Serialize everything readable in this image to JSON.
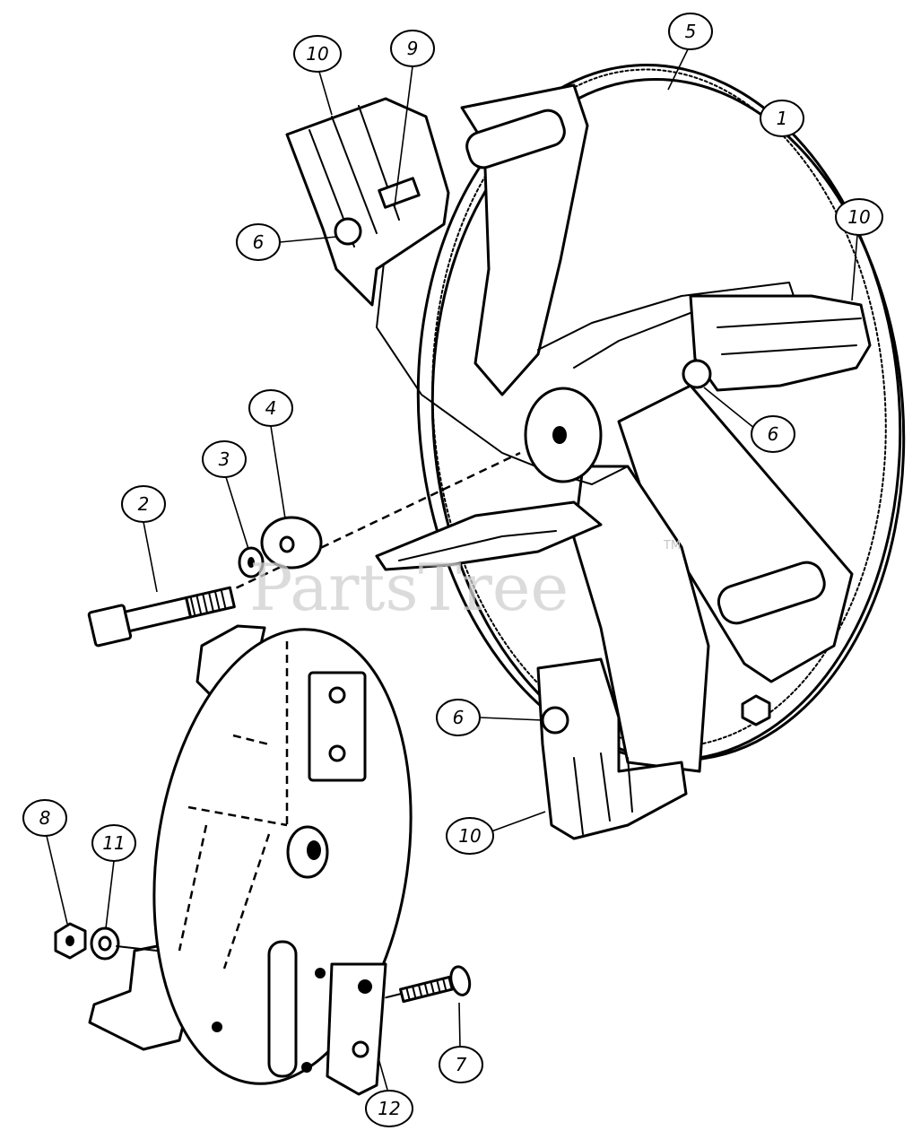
{
  "watermark": {
    "text": "PartsTree",
    "trademark": "TM"
  },
  "callouts": [
    {
      "id": "c1",
      "label": "1"
    },
    {
      "id": "c2",
      "label": "2"
    },
    {
      "id": "c3",
      "label": "3"
    },
    {
      "id": "c4",
      "label": "4"
    },
    {
      "id": "c5",
      "label": "5"
    },
    {
      "id": "c6a",
      "label": "6"
    },
    {
      "id": "c6b",
      "label": "6"
    },
    {
      "id": "c6c",
      "label": "6"
    },
    {
      "id": "c7",
      "label": "7"
    },
    {
      "id": "c8",
      "label": "8"
    },
    {
      "id": "c9",
      "label": "9"
    },
    {
      "id": "c10a",
      "label": "10"
    },
    {
      "id": "c10b",
      "label": "10"
    },
    {
      "id": "c10c",
      "label": "10"
    },
    {
      "id": "c11",
      "label": "11"
    },
    {
      "id": "c12",
      "label": "12"
    }
  ]
}
